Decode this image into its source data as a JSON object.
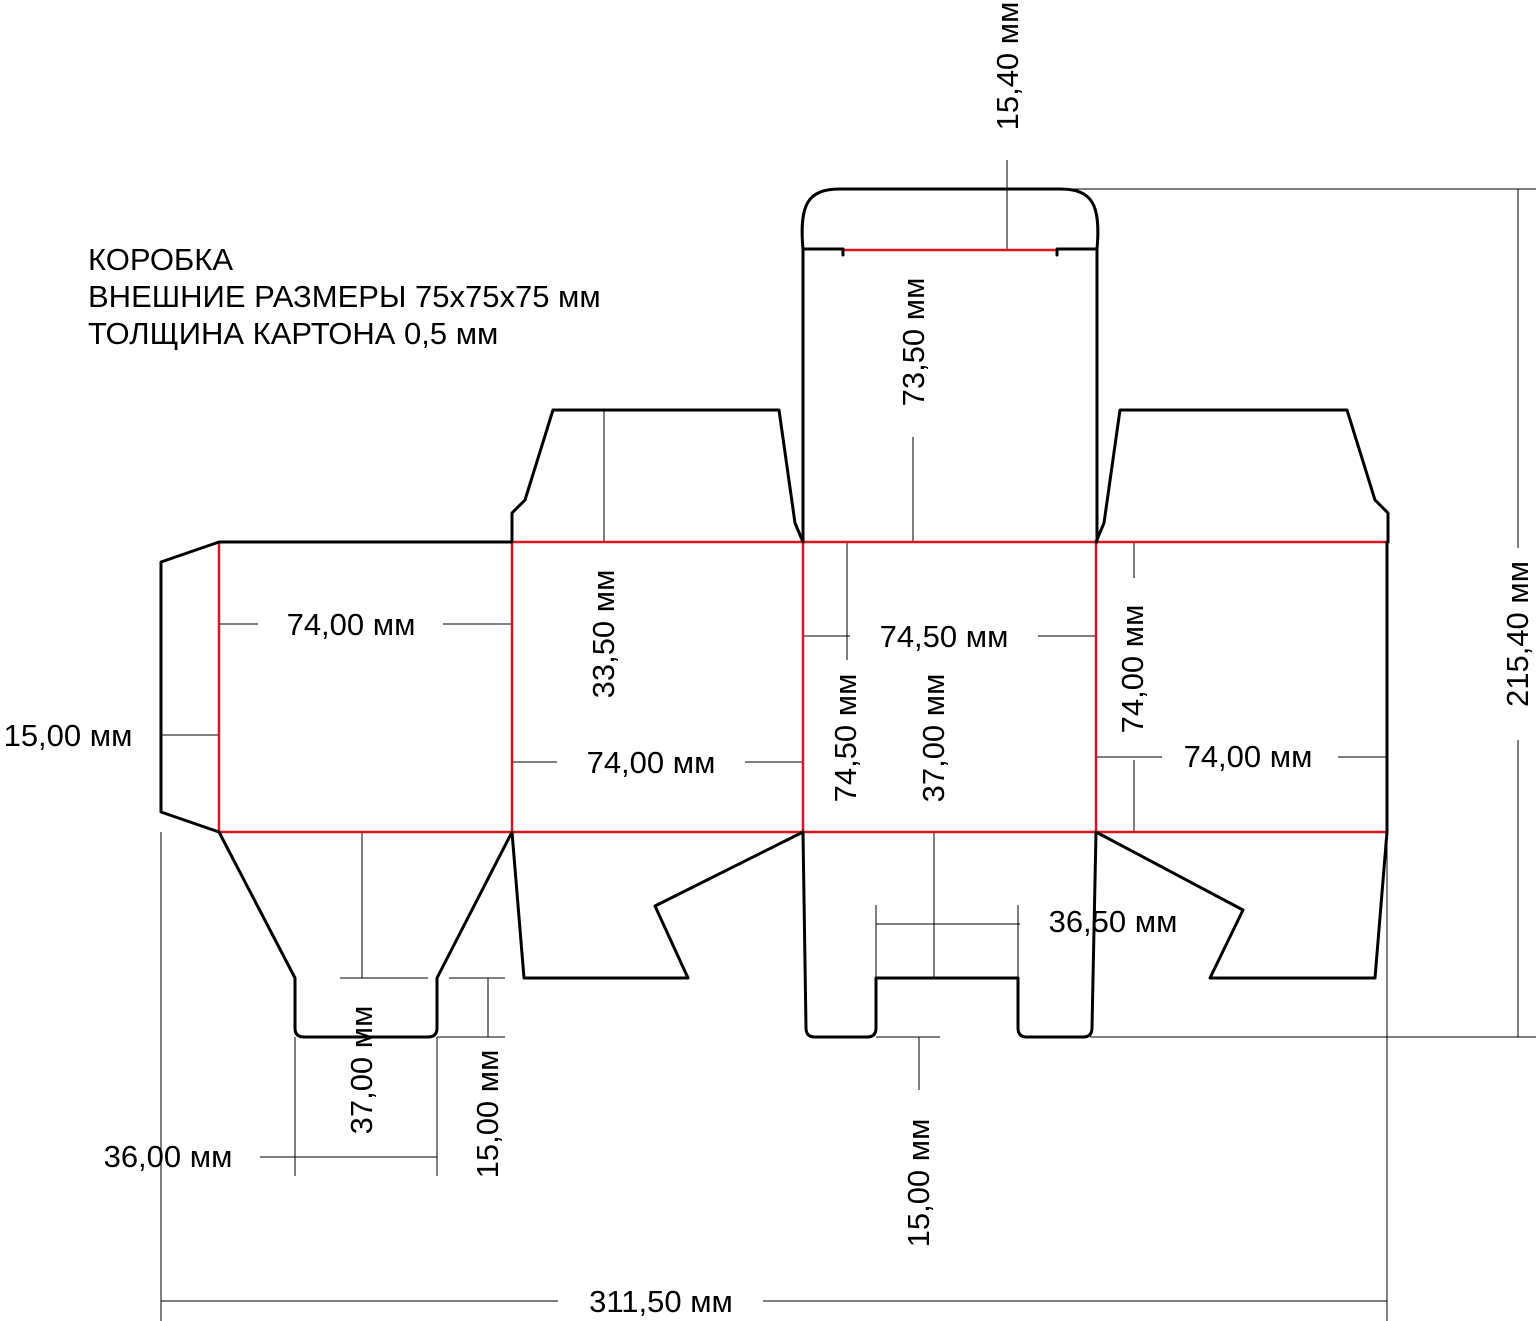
{
  "title_lines": [
    "КОРОБКА",
    "ВНЕШНИЕ РАЗМЕРЫ 75х75х75 мм",
    "ТОЛЩИНА КАРТОНА 0,5 мм"
  ],
  "dimensions": {
    "top_tuck": "15,40 мм",
    "top_lid": "73,50 мм",
    "overall_height": "215,40 мм",
    "glue_flap": "15,00 мм",
    "panel1_width": "74,00 мм",
    "dust_flap_height": "33,50 мм",
    "panel2_width": "74,00 мм",
    "panel3_width": "74,50 мм",
    "panel3_height": "74,50 мм",
    "bottom_flap_37_mid": "37,00 мм",
    "panel4_height": "74,00 мм",
    "panel4_width": "74,00 мм",
    "bottom_slot_width": "36,50 мм",
    "bottom_flap_37_left": "37,00 мм",
    "bottom_tab_15_left": "15,00 мм",
    "bottom_tab_36": "36,00 мм",
    "bottom_tab_15_mid": "15,00 мм",
    "overall_width": "311,50 мм"
  },
  "colors": {
    "cut_line": "#000000",
    "fold_line": "#e0141e",
    "dimension_line": "#000000",
    "background": "#ffffff"
  }
}
